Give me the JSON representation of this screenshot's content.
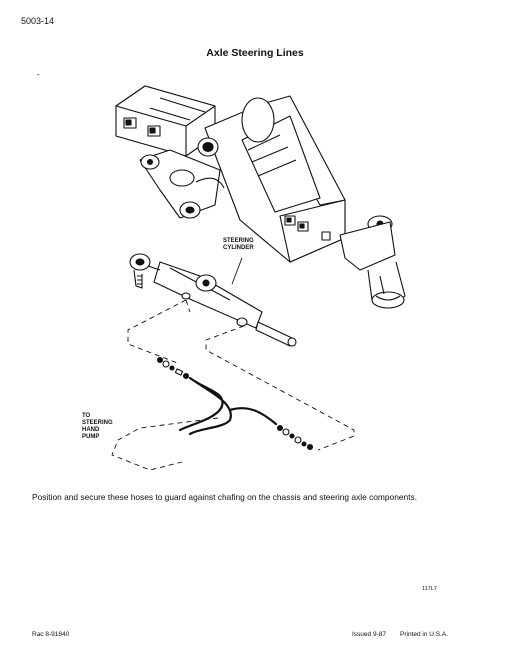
{
  "header": {
    "page_number": "5003-14"
  },
  "title": "Axle Steering Lines",
  "figure": {
    "label_cylinder": [
      "STEERING",
      "CYLINDER"
    ],
    "label_pump": [
      "TO",
      "STEERING",
      "HAND",
      "PUMP"
    ],
    "figure_number": "117L7"
  },
  "caption": "Position and secure these hoses to guard against chafing on the chassis and steering axle components.",
  "footer": {
    "doc_number": "Rac 8-91840",
    "issued": "Issued 9-87",
    "printed": "Printed in U.S.A."
  }
}
